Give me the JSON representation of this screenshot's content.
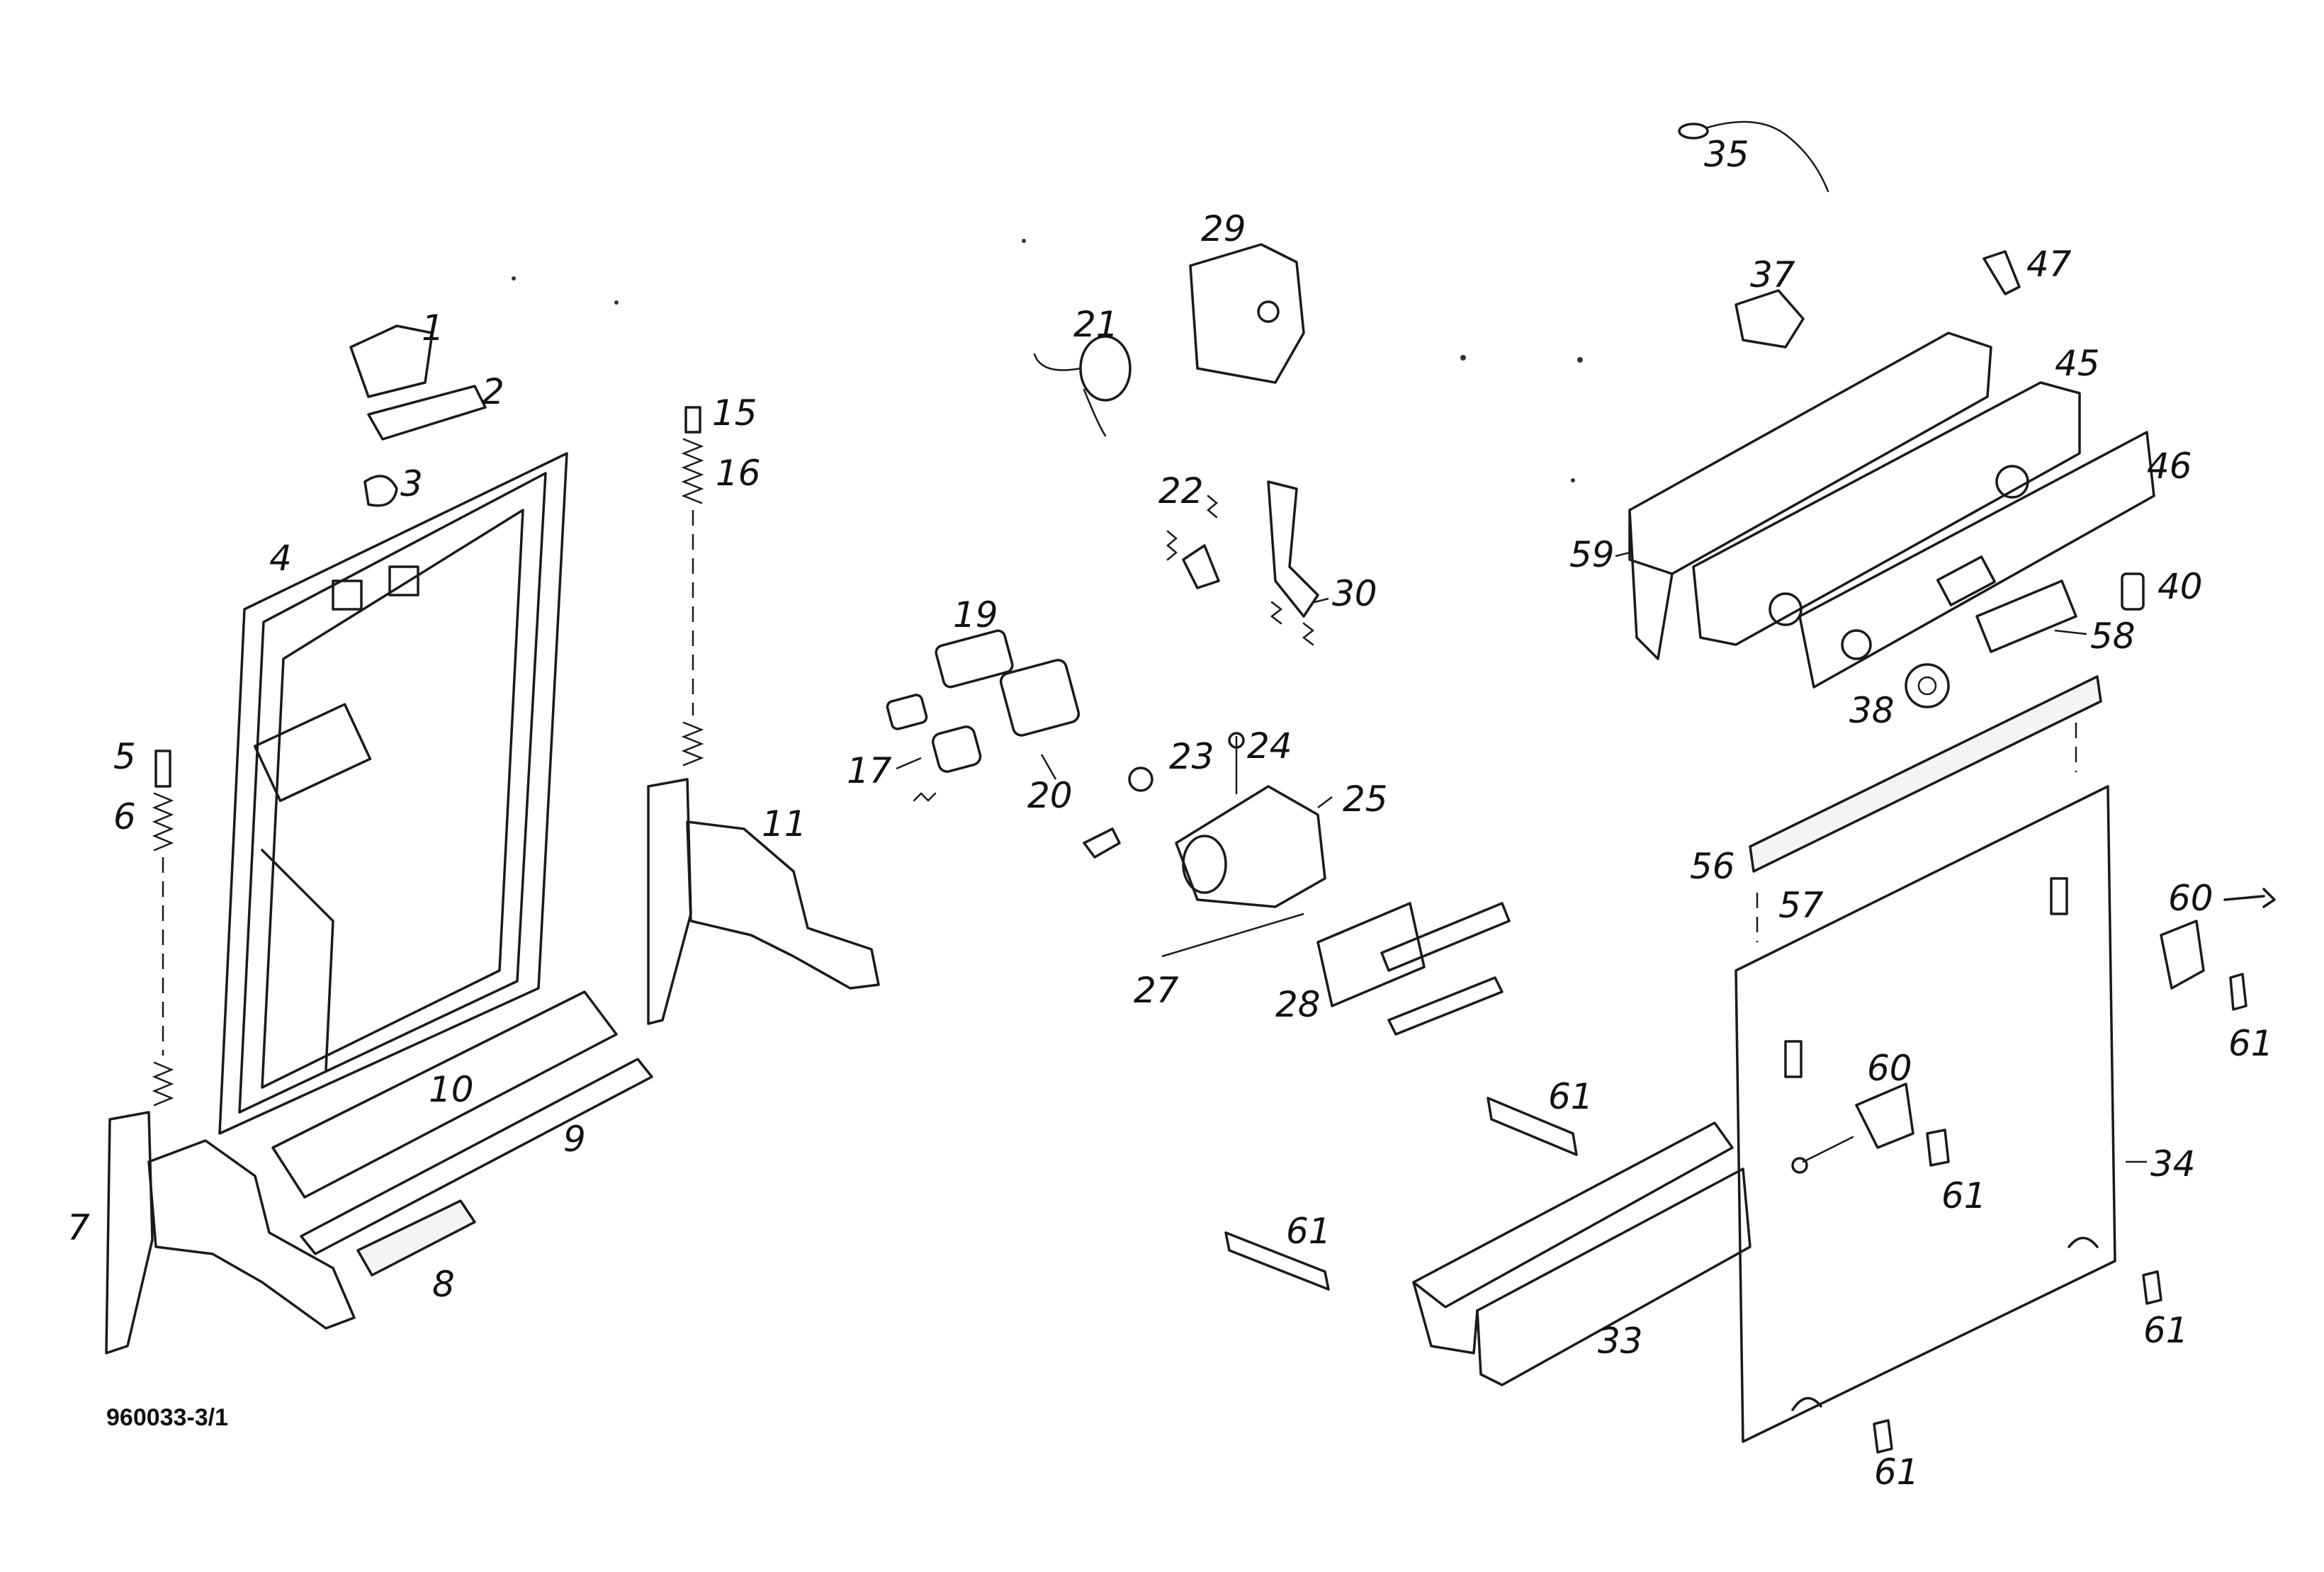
{
  "drawing_number": "960033-3/1",
  "callouts": [
    "1",
    "2",
    "3",
    "4",
    "5",
    "6",
    "7",
    "8",
    "9",
    "10",
    "11",
    "15",
    "16",
    "17",
    "19",
    "20",
    "21",
    "22",
    "23",
    "24",
    "25",
    "27",
    "28",
    "29",
    "30",
    "33",
    "34",
    "35",
    "37",
    "38",
    "40",
    "45",
    "46",
    "47",
    "56",
    "57",
    "58",
    "59",
    "60",
    "60",
    "61",
    "61",
    "61",
    "61",
    "61",
    "61"
  ]
}
